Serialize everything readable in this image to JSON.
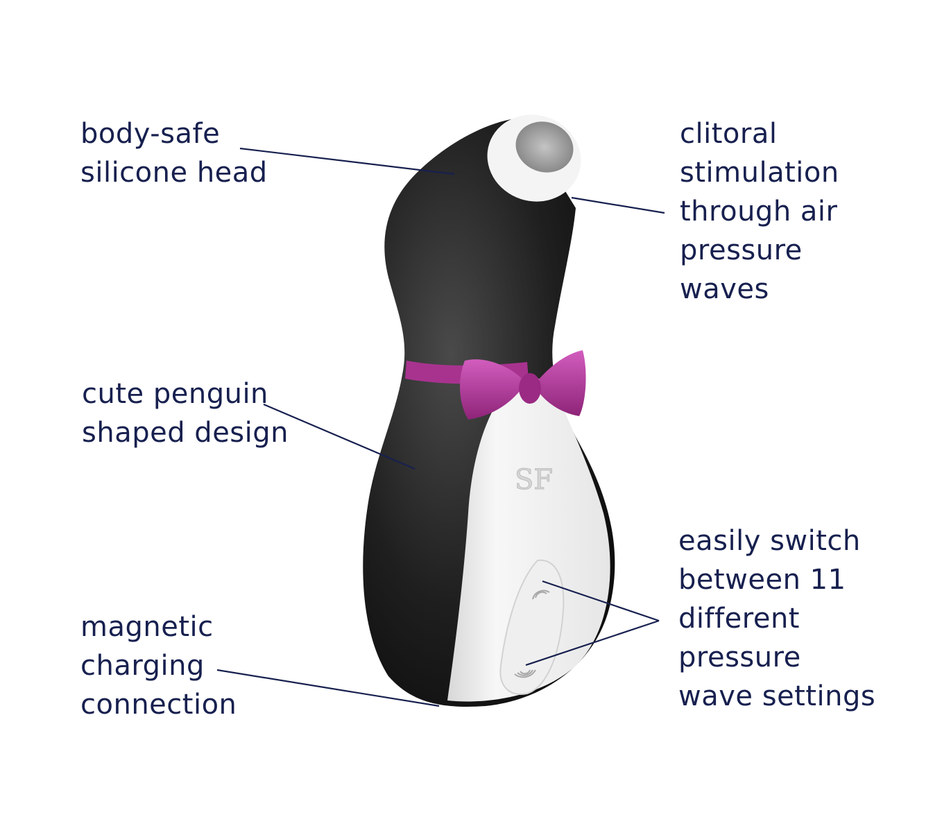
{
  "colors": {
    "text": "#17204f",
    "leader_line": "#17204f",
    "body_black": "#1c1c1c",
    "belly_white": "#f2f2f2",
    "bow_magenta": "#a8338f",
    "bow_highlight": "#d25dbe"
  },
  "product": {
    "logo_glyph": "SF",
    "button_top_icon": "pressure-wave-icon",
    "button_bottom_icon": "pressure-wave-icon"
  },
  "callouts": {
    "head": {
      "lines": [
        "body-safe",
        "silicone head"
      ]
    },
    "stimulation": {
      "lines": [
        "clitoral",
        "stimulation",
        "through air",
        "pressure",
        "waves"
      ]
    },
    "design": {
      "lines": [
        "cute penguin",
        "shaped design"
      ]
    },
    "charging": {
      "lines": [
        "magnetic",
        "charging",
        "connection"
      ]
    },
    "settings": {
      "lines": [
        "easily switch",
        "between 11",
        "different",
        "pressure",
        "wave settings"
      ]
    }
  }
}
